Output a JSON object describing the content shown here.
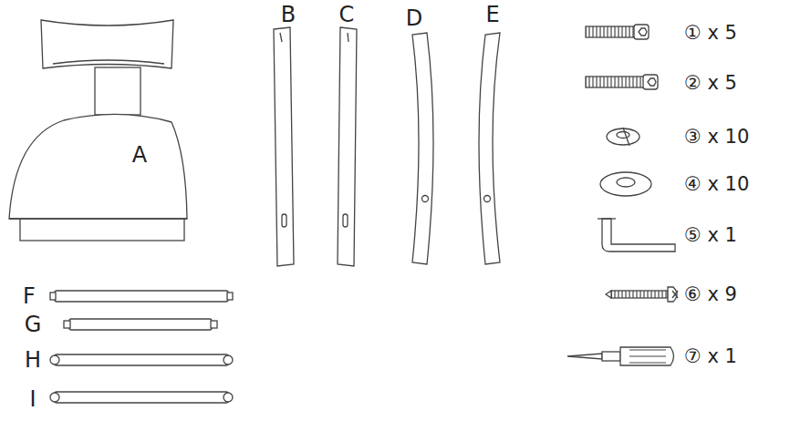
{
  "diagram": {
    "labels": [
      "A",
      "B",
      "C",
      "D",
      "E",
      "F",
      "G",
      "H",
      "I",
      "① x 5",
      "② x 5",
      "③ x 10",
      "④ x 10",
      "⑤ x 1",
      "⑥ x 9",
      "⑦ x 1"
    ]
  }
}
